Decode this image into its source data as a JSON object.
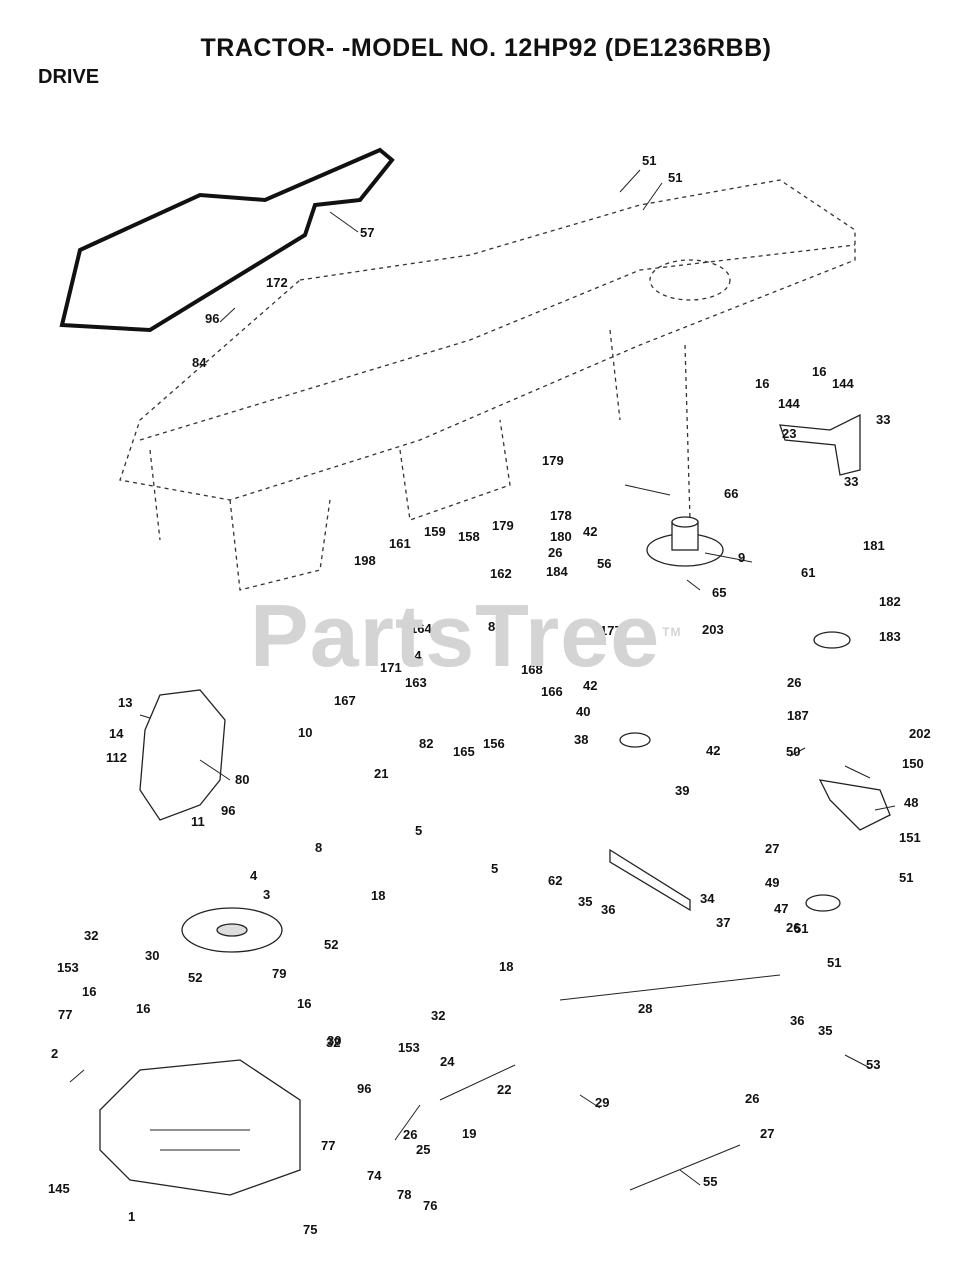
{
  "header": {
    "title": "TRACTOR- -MODEL NO. 12HP92 (DE1236RBB)",
    "section": "DRIVE"
  },
  "watermark": {
    "text": "PartsTree",
    "tm": "TM"
  },
  "callouts": [
    {
      "id": "c1",
      "text": "51"
    },
    {
      "id": "c2",
      "text": "51"
    },
    {
      "id": "c3",
      "text": "57"
    },
    {
      "id": "c4",
      "text": "172"
    },
    {
      "id": "c5",
      "text": "96"
    },
    {
      "id": "c6",
      "text": "84"
    },
    {
      "id": "c7",
      "text": "16"
    },
    {
      "id": "c8",
      "text": "16"
    },
    {
      "id": "c9",
      "text": "144"
    },
    {
      "id": "c10",
      "text": "144"
    },
    {
      "id": "c11",
      "text": "33"
    },
    {
      "id": "c12",
      "text": "23"
    },
    {
      "id": "c13",
      "text": "33"
    },
    {
      "id": "c14",
      "text": "66"
    },
    {
      "id": "c15",
      "text": "179"
    },
    {
      "id": "c16",
      "text": "178"
    },
    {
      "id": "c17",
      "text": "179"
    },
    {
      "id": "c18",
      "text": "180"
    },
    {
      "id": "c19",
      "text": "26"
    },
    {
      "id": "c20",
      "text": "184"
    },
    {
      "id": "c21",
      "text": "42"
    },
    {
      "id": "c22",
      "text": "56"
    },
    {
      "id": "c23",
      "text": "9"
    },
    {
      "id": "c24",
      "text": "61"
    },
    {
      "id": "c25",
      "text": "181"
    },
    {
      "id": "c26",
      "text": "65"
    },
    {
      "id": "c27",
      "text": "203"
    },
    {
      "id": "c28",
      "text": "182"
    },
    {
      "id": "c29",
      "text": "183"
    },
    {
      "id": "c30",
      "text": "161"
    },
    {
      "id": "c31",
      "text": "159"
    },
    {
      "id": "c32",
      "text": "158"
    },
    {
      "id": "c33",
      "text": "198"
    },
    {
      "id": "c34",
      "text": "162"
    },
    {
      "id": "c35",
      "text": "164"
    },
    {
      "id": "c36",
      "text": "83"
    },
    {
      "id": "c37",
      "text": "14"
    },
    {
      "id": "c38",
      "text": "171"
    },
    {
      "id": "c39",
      "text": "163"
    },
    {
      "id": "c40",
      "text": "177"
    },
    {
      "id": "c41",
      "text": "42"
    },
    {
      "id": "c42",
      "text": "168"
    },
    {
      "id": "c43",
      "text": "166"
    },
    {
      "id": "c44",
      "text": "40"
    },
    {
      "id": "c45",
      "text": "26"
    },
    {
      "id": "c46",
      "text": "187"
    },
    {
      "id": "c47",
      "text": "167"
    },
    {
      "id": "c48",
      "text": "13"
    },
    {
      "id": "c49",
      "text": "14"
    },
    {
      "id": "c50",
      "text": "112"
    },
    {
      "id": "c51",
      "text": "80"
    },
    {
      "id": "c52",
      "text": "96"
    },
    {
      "id": "c53",
      "text": "11"
    },
    {
      "id": "c54",
      "text": "10"
    },
    {
      "id": "c55",
      "text": "21"
    },
    {
      "id": "c56",
      "text": "82"
    },
    {
      "id": "c57",
      "text": "165"
    },
    {
      "id": "c58",
      "text": "156"
    },
    {
      "id": "c59",
      "text": "38"
    },
    {
      "id": "c60",
      "text": "42"
    },
    {
      "id": "c61",
      "text": "39"
    },
    {
      "id": "c62",
      "text": "50"
    },
    {
      "id": "c63",
      "text": "202"
    },
    {
      "id": "c64",
      "text": "150"
    },
    {
      "id": "c65",
      "text": "48"
    },
    {
      "id": "c66",
      "text": "8"
    },
    {
      "id": "c67",
      "text": "5"
    },
    {
      "id": "c68",
      "text": "62"
    },
    {
      "id": "c69",
      "text": "35"
    },
    {
      "id": "c70",
      "text": "36"
    },
    {
      "id": "c71",
      "text": "27"
    },
    {
      "id": "c72",
      "text": "151"
    },
    {
      "id": "c73",
      "text": "51"
    },
    {
      "id": "c74",
      "text": "4"
    },
    {
      "id": "c75",
      "text": "3"
    },
    {
      "id": "c76",
      "text": "18"
    },
    {
      "id": "c77",
      "text": "5"
    },
    {
      "id": "c78",
      "text": "34"
    },
    {
      "id": "c79",
      "text": "49"
    },
    {
      "id": "c80",
      "text": "47"
    },
    {
      "id": "c81",
      "text": "51"
    },
    {
      "id": "c82",
      "text": "37"
    },
    {
      "id": "c83",
      "text": "26"
    },
    {
      "id": "c84",
      "text": "51"
    },
    {
      "id": "c85",
      "text": "32"
    },
    {
      "id": "c86",
      "text": "30"
    },
    {
      "id": "c87",
      "text": "153"
    },
    {
      "id": "c88",
      "text": "52"
    },
    {
      "id": "c89",
      "text": "16"
    },
    {
      "id": "c90",
      "text": "79"
    },
    {
      "id": "c91",
      "text": "52"
    },
    {
      "id": "c92",
      "text": "16"
    },
    {
      "id": "c93",
      "text": "18"
    },
    {
      "id": "c94",
      "text": "32"
    },
    {
      "id": "c95",
      "text": "32"
    },
    {
      "id": "c96",
      "text": "16"
    },
    {
      "id": "c97",
      "text": "28"
    },
    {
      "id": "c98",
      "text": "30"
    },
    {
      "id": "c99",
      "text": "153"
    },
    {
      "id": "c100",
      "text": "36"
    },
    {
      "id": "c101",
      "text": "35"
    },
    {
      "id": "c102",
      "text": "77"
    },
    {
      "id": "c103",
      "text": "2"
    },
    {
      "id": "c104",
      "text": "24"
    },
    {
      "id": "c105",
      "text": "22"
    },
    {
      "id": "c106",
      "text": "53"
    },
    {
      "id": "c107",
      "text": "96"
    },
    {
      "id": "c108",
      "text": "29"
    },
    {
      "id": "c109",
      "text": "26"
    },
    {
      "id": "c110",
      "text": "19"
    },
    {
      "id": "c111",
      "text": "27"
    },
    {
      "id": "c112",
      "text": "26"
    },
    {
      "id": "c113",
      "text": "25"
    },
    {
      "id": "c114",
      "text": "145"
    },
    {
      "id": "c115",
      "text": "77"
    },
    {
      "id": "c116",
      "text": "74"
    },
    {
      "id": "c117",
      "text": "55"
    },
    {
      "id": "c118",
      "text": "1"
    },
    {
      "id": "c119",
      "text": "78"
    },
    {
      "id": "c120",
      "text": "76"
    },
    {
      "id": "c121",
      "text": "75"
    }
  ]
}
